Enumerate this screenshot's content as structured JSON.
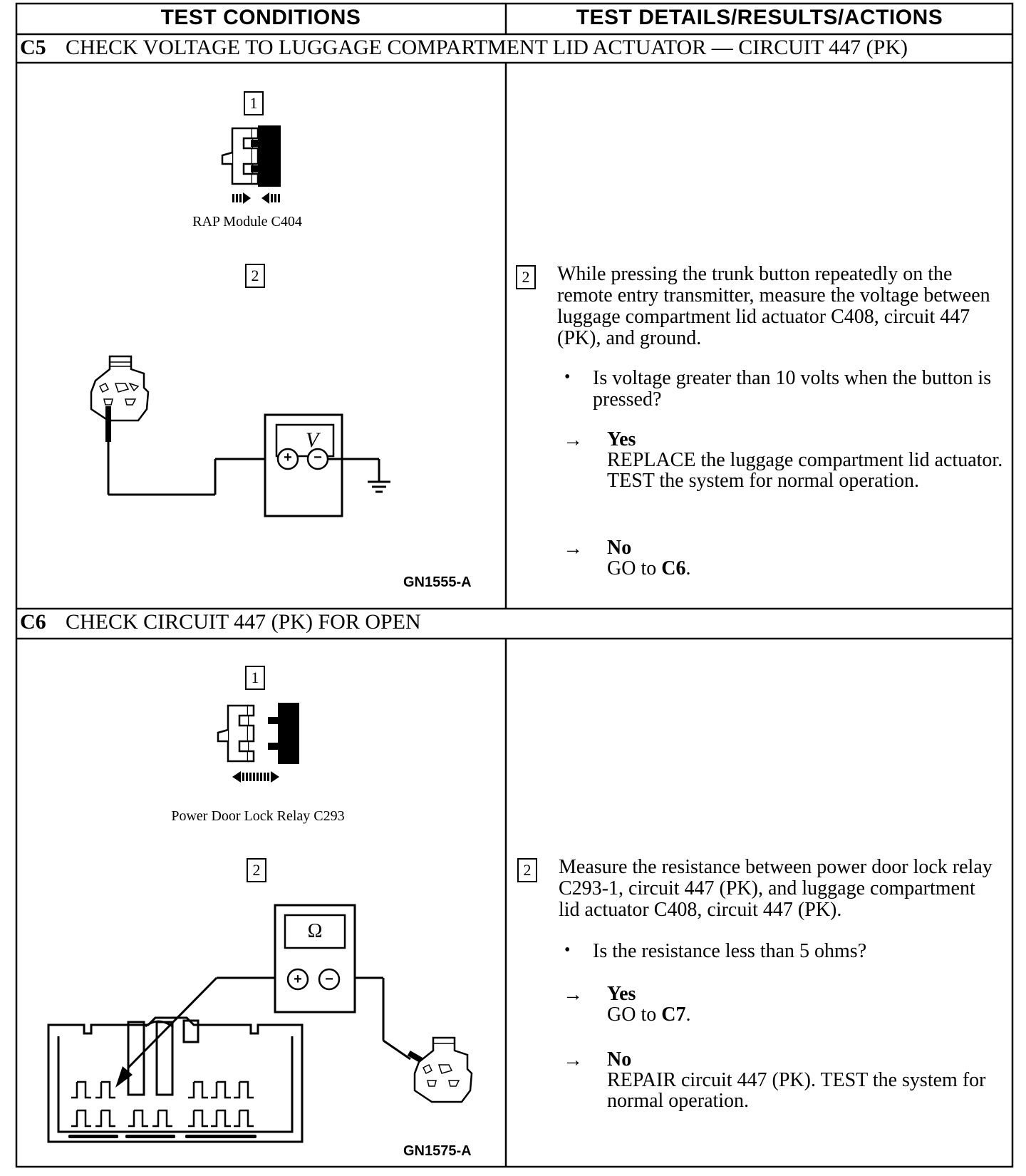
{
  "header": {
    "left": "TEST CONDITIONS",
    "right": "TEST DETAILS/RESULTS/ACTIONS"
  },
  "c5": {
    "code": "C5",
    "title": "CHECK VOLTAGE TO LUGGAGE COMPARTMENT LID ACTUATOR — CIRCUIT 447 (PK)",
    "step1": "1",
    "connector_label": "RAP Module C404",
    "step2": "2",
    "meter_symbol": "V",
    "figure_id": "GN1555-A",
    "detail_step": "2",
    "instruction": "While pressing the trunk button repeatedly on the remote entry transmitter, measure the voltage between luggage compartment lid actuator C408, circuit 447 (PK), and ground.",
    "bullet": "•",
    "question": "Is voltage greater than 10 volts when the button is pressed?",
    "arrow": "→",
    "yes_label": "Yes",
    "yes_action": "REPLACE the luggage compartment lid actuator. TEST the system for normal operation.",
    "no_label": "No",
    "no_action_prefix": "GO to ",
    "no_action_ref": "C6",
    "no_action_suffix": "."
  },
  "c6": {
    "code": "C6",
    "title": "CHECK CIRCUIT 447 (PK) FOR OPEN",
    "step1": "1",
    "connector_label": "Power Door Lock Relay C293",
    "step2": "2",
    "meter_symbol": "Ω",
    "figure_id": "GN1575-A",
    "detail_step": "2",
    "instruction": "Measure the resistance between power door lock relay C293-1, circuit 447 (PK), and luggage compartment lid actuator C408, circuit 447 (PK).",
    "bullet": "•",
    "question": "Is the resistance less than 5 ohms?",
    "arrow": "→",
    "yes_label": "Yes",
    "yes_action_prefix": "GO to ",
    "yes_action_ref": "C7",
    "yes_action_suffix": ".",
    "no_label": "No",
    "no_action": "REPAIR circuit 447 (PK). TEST the system for normal operation."
  },
  "meter": {
    "plus": "+",
    "minus": "−"
  }
}
